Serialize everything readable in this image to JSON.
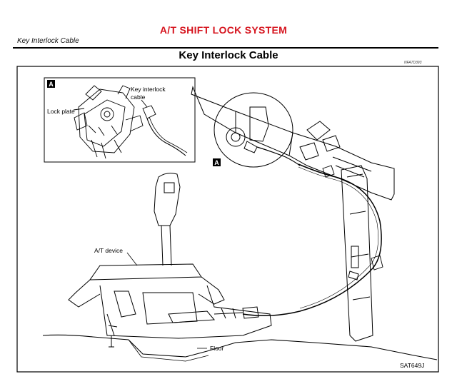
{
  "header": {
    "title": "A/T SHIFT LOCK SYSTEM",
    "section": "Key Interlock Cable"
  },
  "figure": {
    "title": "Key Interlock Cable",
    "code": "NFA7D393",
    "ref": "SAT649J"
  },
  "callouts": {
    "inset_tag": "A",
    "detail_tag": "A",
    "lock_plate": "Lock plate",
    "key_cable_line1": "Key interlock",
    "key_cable_line2": "cable",
    "at_device": "A/T device",
    "floor": "Floor"
  }
}
